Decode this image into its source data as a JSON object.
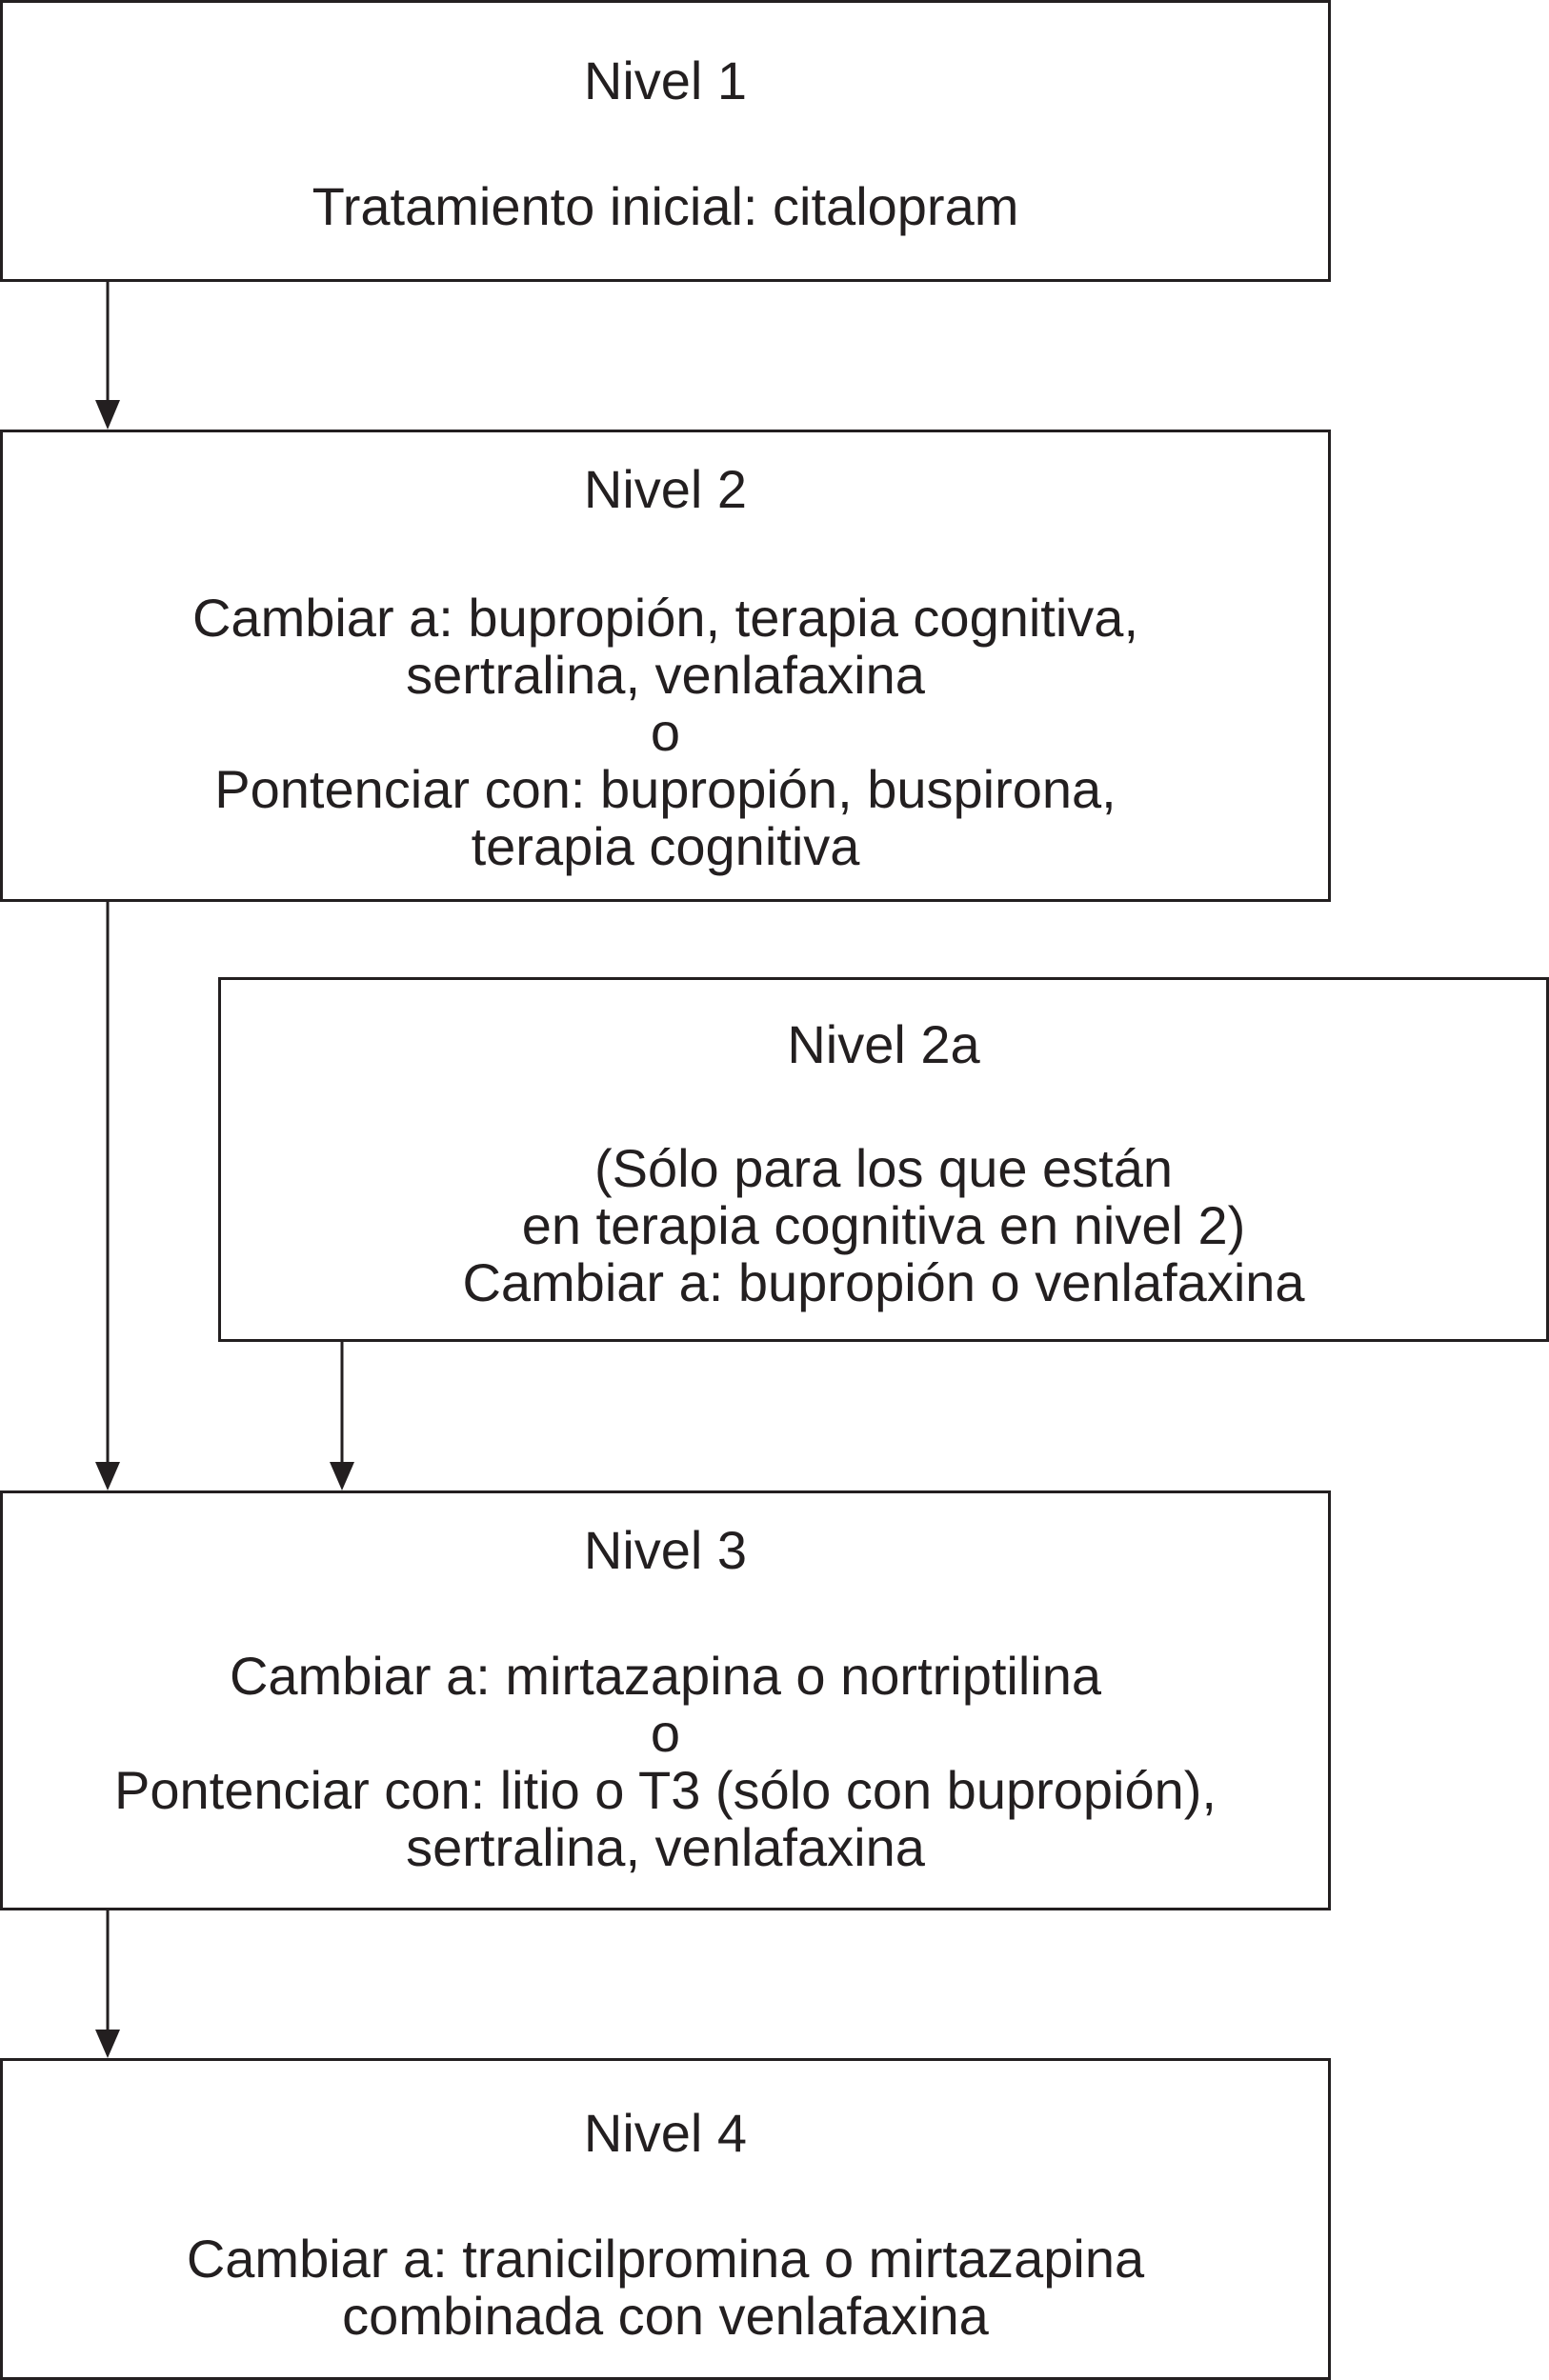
{
  "levels": [
    {
      "id": "nivel-1",
      "title": "Nivel 1",
      "lines": [
        "Tratamiento inicial: citalopram"
      ]
    },
    {
      "id": "nivel-2",
      "title": "Nivel 2",
      "lines": [
        "Cambiar a: bupropión, terapia cognitiva,",
        "sertralina, venlafaxina",
        "o",
        "Pontenciar con: bupropión, buspirona,",
        "terapia cognitiva"
      ]
    },
    {
      "id": "nivel-2a",
      "title": "Nivel 2a",
      "lines": [
        "(Sólo para los que están",
        "en terapia cognitiva en nivel 2)",
        "Cambiar a: bupropión o venlafaxina"
      ]
    },
    {
      "id": "nivel-3",
      "title": "Nivel 3",
      "lines": [
        "Cambiar a: mirtazapina o nortriptilina",
        "o",
        "Pontenciar con: litio o T3 (sólo con bupropión),",
        "sertralina, venlafaxina"
      ]
    },
    {
      "id": "nivel-4",
      "title": "Nivel 4",
      "lines": [
        "Cambiar a: tranicilpromina o mirtazapina",
        "combinada con venlafaxina"
      ]
    }
  ],
  "connections": [
    {
      "from": "nivel-1",
      "to": "nivel-2"
    },
    {
      "from": "nivel-2",
      "to": "nivel-3"
    },
    {
      "from": "nivel-2a",
      "to": "nivel-3"
    },
    {
      "from": "nivel-3",
      "to": "nivel-4"
    }
  ],
  "colors": {
    "stroke": "#231f20",
    "text": "#231f20",
    "background": "#ffffff"
  }
}
